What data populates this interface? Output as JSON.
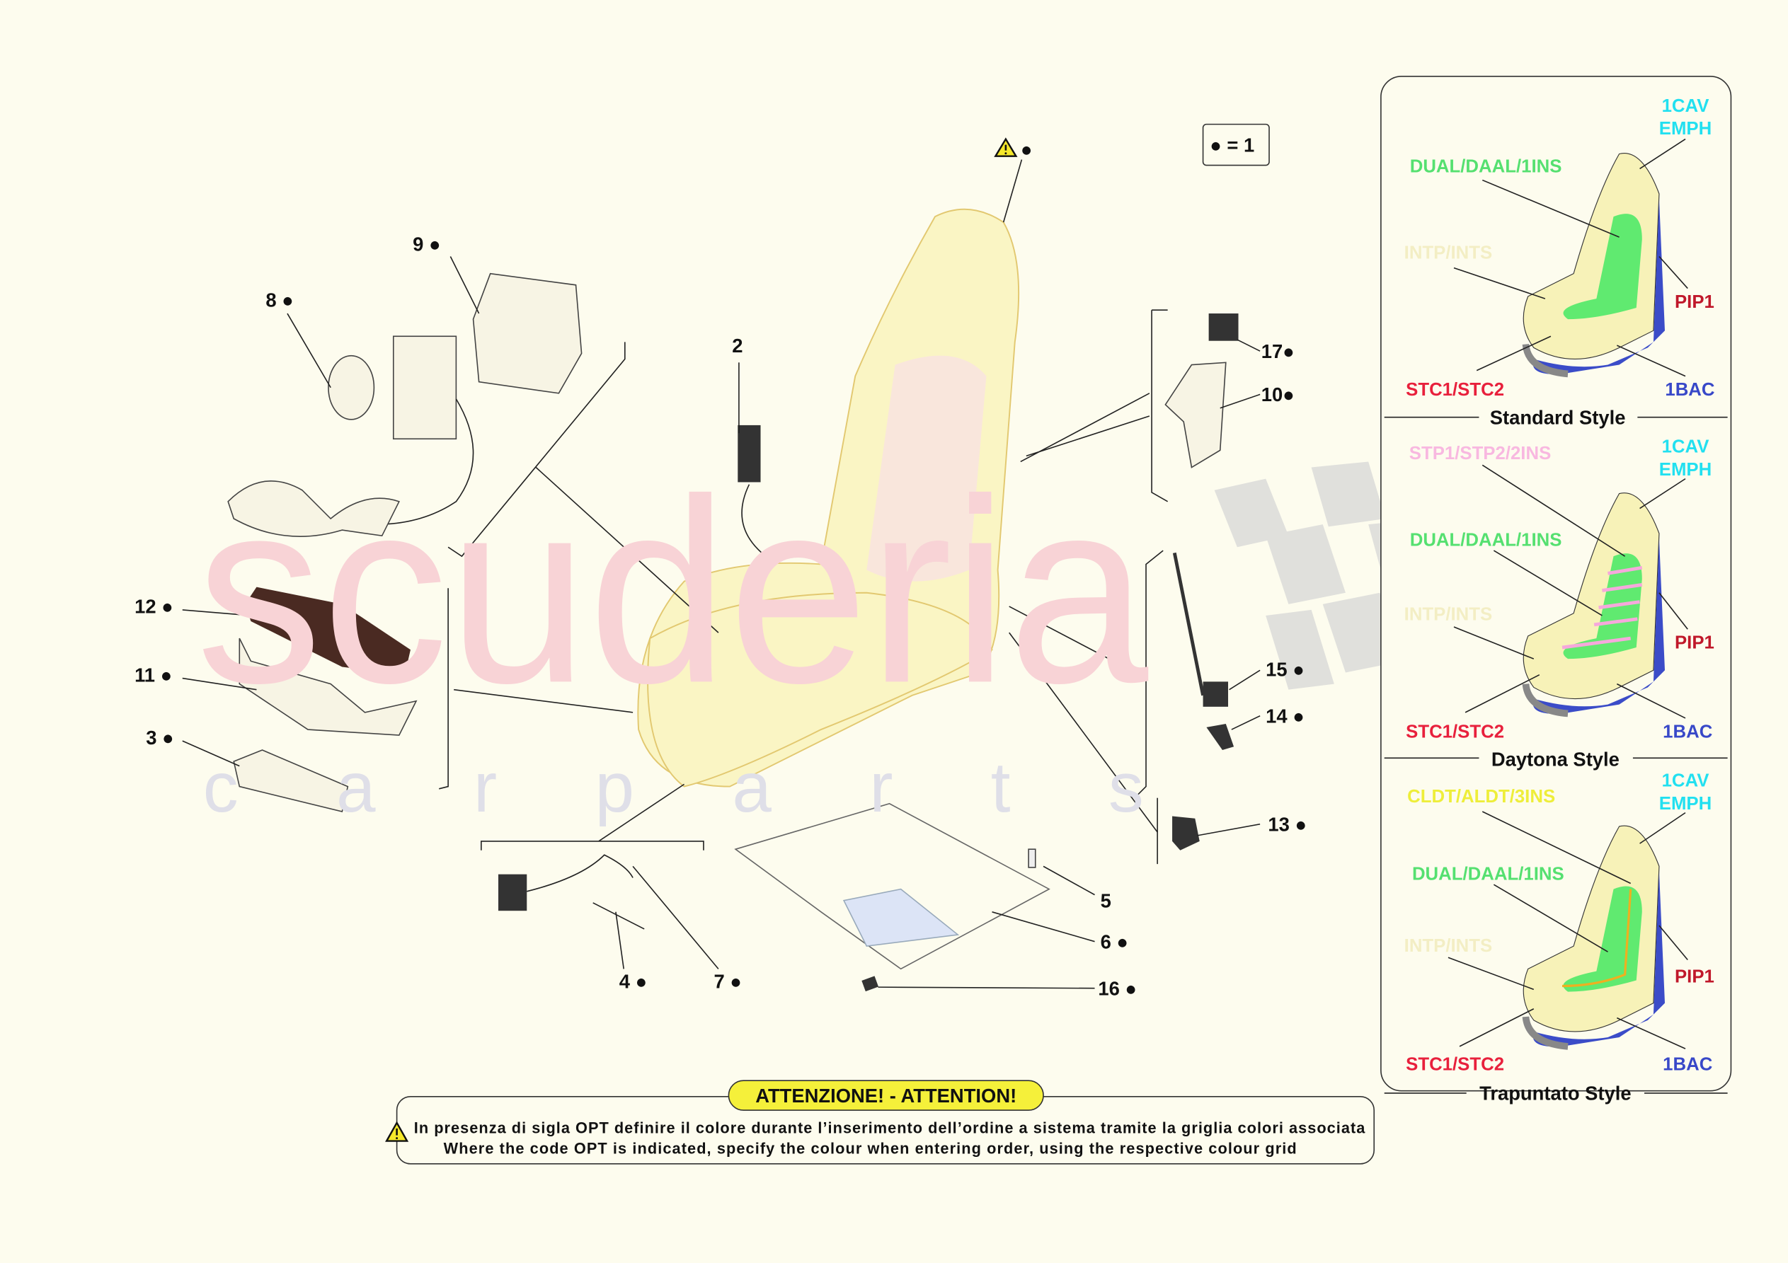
{
  "watermark": {
    "main": "scuderia",
    "sub": "c a r p a r t s"
  },
  "legend": {
    "label": "● = 1"
  },
  "callouts": [
    {
      "id": "9",
      "label": "9 ●"
    },
    {
      "id": "8",
      "label": "8 ●"
    },
    {
      "id": "2",
      "label": "2"
    },
    {
      "id": "17",
      "label": "17●"
    },
    {
      "id": "10",
      "label": "10●"
    },
    {
      "id": "12",
      "label": "12 ●"
    },
    {
      "id": "11",
      "label": "11 ●"
    },
    {
      "id": "3",
      "label": "3 ●"
    },
    {
      "id": "15",
      "label": "15 ●"
    },
    {
      "id": "14",
      "label": "14 ●"
    },
    {
      "id": "13",
      "label": "13 ●"
    },
    {
      "id": "5",
      "label": "5"
    },
    {
      "id": "6",
      "label": "6 ●"
    },
    {
      "id": "4",
      "label": "4 ●"
    },
    {
      "id": "7",
      "label": "7 ●"
    },
    {
      "id": "16",
      "label": "16 ●"
    }
  ],
  "warning_marker": {
    "icon": "warning-triangle-icon",
    "label": "●"
  },
  "style_panel": {
    "styles": [
      {
        "name": "Standard Style",
        "labels": {
          "cav": "1CAV",
          "emph": "EMPH",
          "dual": "DUAL/DAAL/1INS",
          "intp": "INTP/INTS",
          "pip": "PIP1",
          "stc": "STC1/STC2",
          "bac": "1BAC"
        }
      },
      {
        "name": "Daytona Style",
        "labels": {
          "extra": "STP1/STP2/2INS",
          "cav": "1CAV",
          "emph": "EMPH",
          "dual": "DUAL/DAAL/1INS",
          "intp": "INTP/INTS",
          "pip": "PIP1",
          "stc": "STC1/STC2",
          "bac": "1BAC"
        }
      },
      {
        "name": "Trapuntato Style",
        "labels": {
          "extra": "CLDT/ALDT/3INS",
          "cav": "1CAV",
          "emph": "EMPH",
          "dual": "DUAL/DAAL/1INS",
          "intp": "INTP/INTS",
          "pip": "PIP1",
          "stc": "STC1/STC2",
          "bac": "1BAC"
        }
      }
    ],
    "colors": {
      "cav": "#22e0f0",
      "dual": "#55e070",
      "intp": "#f3eec4",
      "pip": "#c0182a",
      "stc": "#e8203c",
      "bac": "#3848c8",
      "stp": "#f8b8e0",
      "cldt": "#eeee3a"
    }
  },
  "attention": {
    "title": "ATTENZIONE! - ATTENTION!",
    "line_it": "In presenza di sigla OPT definire il colore durante l’inserimento dell’ordine a sistema tramite la griglia colori associata",
    "line_en": "Where the code OPT is indicated, specify the colour when entering order, using the respective colour grid",
    "icon": "warning-triangle-icon"
  }
}
